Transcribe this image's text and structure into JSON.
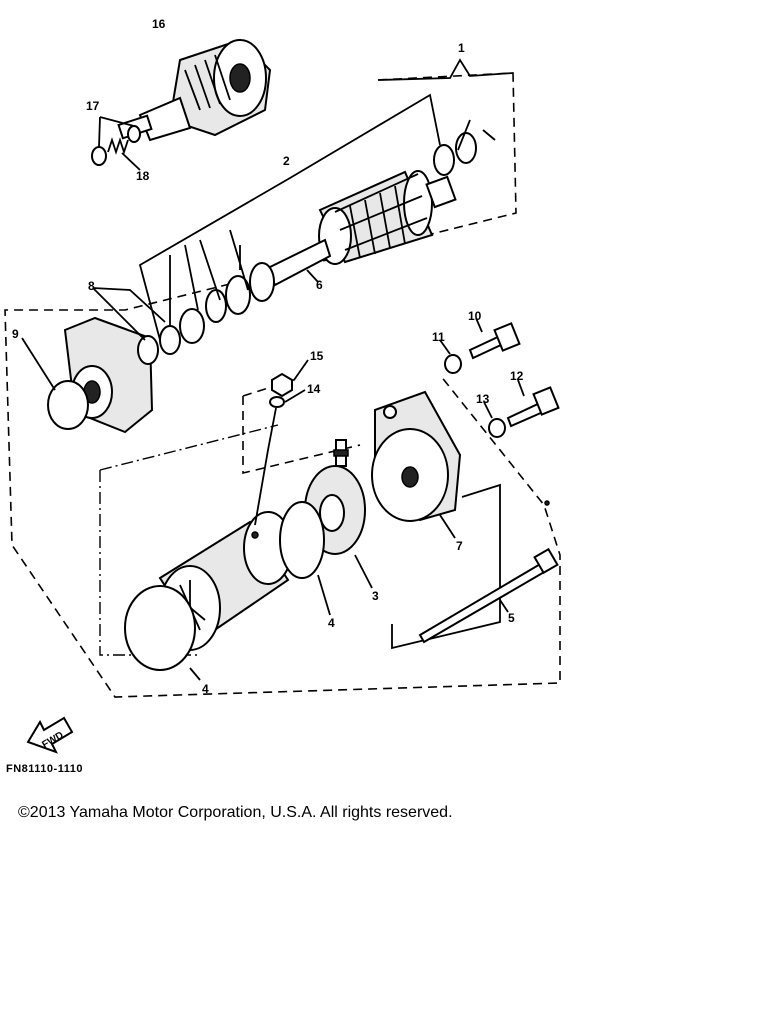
{
  "diagram": {
    "callouts": [
      "1",
      "2",
      "3",
      "4",
      "4",
      "5",
      "6",
      "7",
      "8",
      "9",
      "10",
      "11",
      "12",
      "13",
      "14",
      "15",
      "16",
      "17",
      "18"
    ],
    "direction_label": "FWD",
    "figure_code": "FN81110-1110"
  },
  "footer": {
    "copyright": "©2013 Yamaha Motor Corporation, U.S.A. All rights reserved."
  }
}
